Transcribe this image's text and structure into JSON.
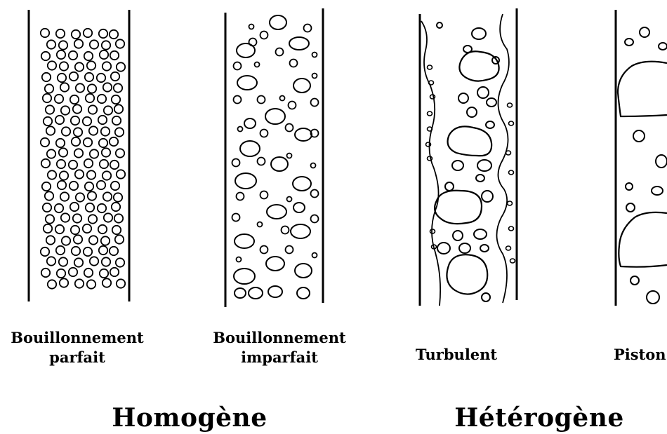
{
  "regimes": [
    {
      "line1": "Bouillonnement",
      "line2": "parfait"
    },
    {
      "line1": "Bouillonnement",
      "line2": "imparfait"
    },
    {
      "line1": "Turbulent",
      "line2": ""
    },
    {
      "line1": "Piston",
      "line2": ""
    }
  ],
  "groups": {
    "homogeneous": "Homogène",
    "heterogeneous": "Hétérogène"
  }
}
